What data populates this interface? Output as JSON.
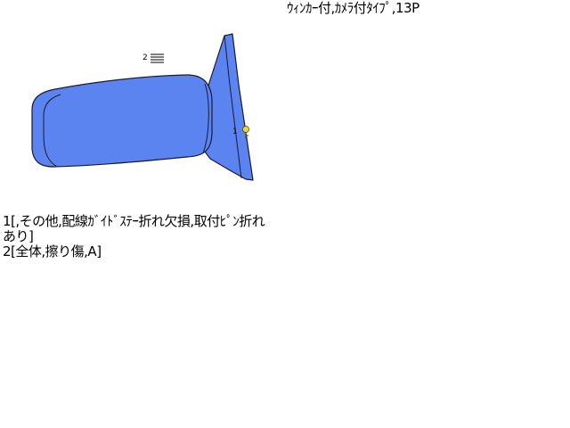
{
  "header": {
    "spec_text": "ｳｨﾝｶｰ付,ｶﾒﾗ付ﾀｲﾌﾟ,13P"
  },
  "diagram": {
    "part_color": "#5b84f0",
    "outline_color": "#1a1a2e",
    "markers": [
      {
        "id": "1",
        "label": "1",
        "icon": "key-icon"
      },
      {
        "id": "2",
        "label": "2",
        "icon": "lines-icon"
      }
    ]
  },
  "damage_notes": [
    {
      "text": "1[,その他,配線ｶﾞｲﾄﾞｽﾃｰ折れ欠損,取付ﾋﾟﾝ折れあり]"
    },
    {
      "text": "2[全体,擦り傷,A]"
    }
  ]
}
